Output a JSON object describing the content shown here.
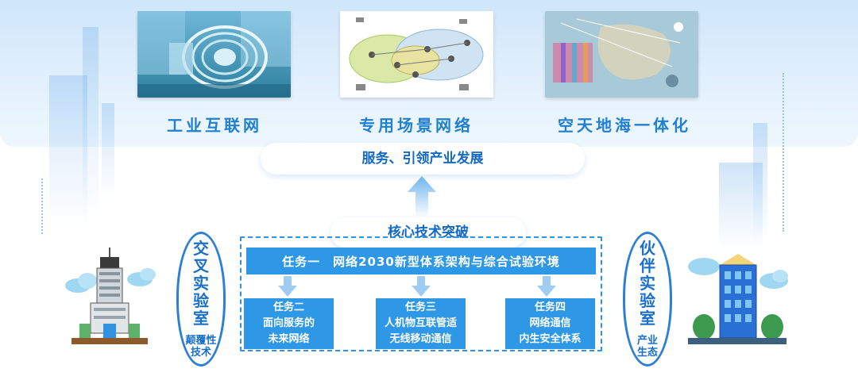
{
  "scenes": [
    {
      "title": "工业互联网",
      "image": "industrial-turbine"
    },
    {
      "title": "专用场景网络",
      "image": "network-topology"
    },
    {
      "title": "空天地海一体化",
      "image": "space-air-ground-sea"
    }
  ],
  "service_banner": "服务、引领产业发展",
  "core_banner": "核心技术突破",
  "tasks": {
    "main": "任务一　网络2030新型体系架构与综合试验环境",
    "sub": [
      {
        "name": "任务二",
        "line1": "面向服务的",
        "line2": "未来网络"
      },
      {
        "name": "任务三",
        "line1": "人机物互联管适",
        "line2": "无线移动通信"
      },
      {
        "name": "任务四",
        "line1": "网络通信",
        "line2": "内生安全体系"
      }
    ]
  },
  "left_lab": {
    "title_chars": [
      "交",
      "叉",
      "实",
      "验",
      "室"
    ],
    "sub_line1": "颠覆性",
    "sub_line2": "技术"
  },
  "right_lab": {
    "title_chars": [
      "伙",
      "伴",
      "实",
      "验",
      "室"
    ],
    "sub_line1": "产业",
    "sub_line2": "生态"
  },
  "colors": {
    "accent": "#2e97e6",
    "title": "#1f7fd0",
    "banner_text": "#1269c4",
    "oval_border": "#2e7fd3"
  }
}
